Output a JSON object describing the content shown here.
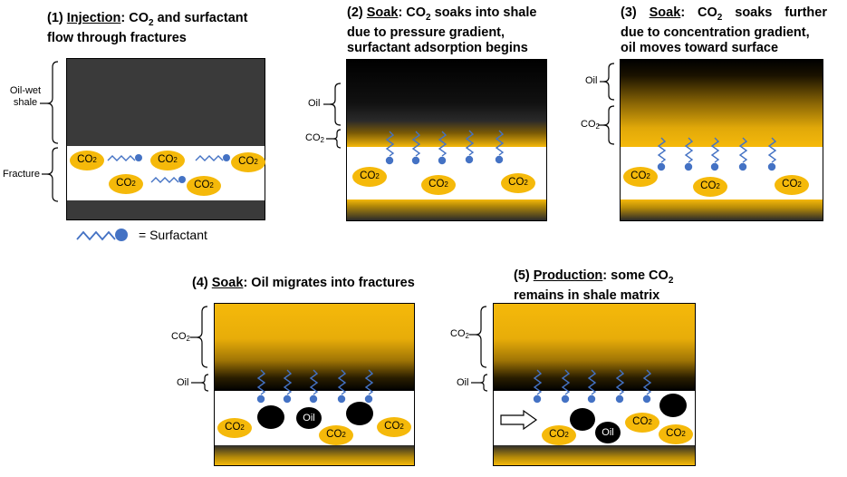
{
  "panels": {
    "p1": {
      "num": "(1)",
      "key": "Injection",
      "rest": ": CO",
      "rest_sub": "2",
      "rest2": " and surfactant",
      "line2": "flow through fractures"
    },
    "p2": {
      "num": "(2)",
      "key": "Soak",
      "rest": ": CO",
      "rest_sub": "2",
      "rest2": " soaks into shale",
      "line2": "due to pressure gradient,",
      "line3": "surfactant adsorption begins"
    },
    "p3": {
      "num": "(3)",
      "key": "Soak",
      "rest": ": CO",
      "rest_sub": "2",
      "rest2": " soaks further",
      "line2": "due to concentration gradient,",
      "line3": "oil moves toward surface"
    },
    "p4": {
      "num": "(4)",
      "key": "Soak",
      "rest": ": Oil migrates into fractures"
    },
    "p5": {
      "num": "(5)",
      "key": "Production",
      "rest": ": some CO",
      "rest_sub": "2",
      "line2": "remains in shale matrix"
    }
  },
  "labels": {
    "oil_wet_1": "Oil-wet",
    "oil_wet_2": "shale",
    "fracture": "Fracture",
    "oil": "Oil",
    "co2": "CO",
    "co2_sub": "2"
  },
  "legend": {
    "text": "=  Surfactant"
  },
  "colors": {
    "shale": "#3a3a3a",
    "co2_yellow": "#f5b90a",
    "surfactant_blue": "#4472c4",
    "oil": "#000000"
  },
  "icons": [
    "surfactant-icon",
    "flow-arrow-icon",
    "brace-icon"
  ]
}
